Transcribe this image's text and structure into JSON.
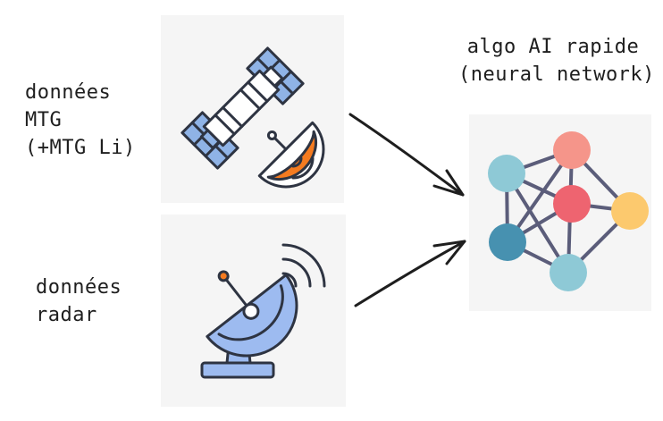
{
  "sources": {
    "satellite": {
      "lines": [
        "données",
        "MTG",
        "(+MTG Li)"
      ],
      "icon": "satellite-icon"
    },
    "radar": {
      "lines": [
        "données",
        "radar"
      ],
      "icon": "radar-dish-icon"
    }
  },
  "target": {
    "lines": [
      "algo AI rapide",
      "(neural network)"
    ],
    "icon": "neural-network-icon"
  },
  "colors": {
    "text": "#1e1e1e",
    "card": "#f5f5f5",
    "arrow": "#1e1e1e",
    "panel_blue": "#8fb3e6",
    "panel_grid": "#2e3442",
    "dish_white": "#ffffff",
    "dish_orange": "#f47b20",
    "radar_blue": "#9dbbf0",
    "nn_edge": "#5b5d7a",
    "nn_teal_light": "#8ec9d6",
    "nn_teal_dark": "#4791b0",
    "nn_salmon": "#f5958a",
    "nn_red": "#ee6470",
    "nn_yellow": "#fcc96e"
  }
}
